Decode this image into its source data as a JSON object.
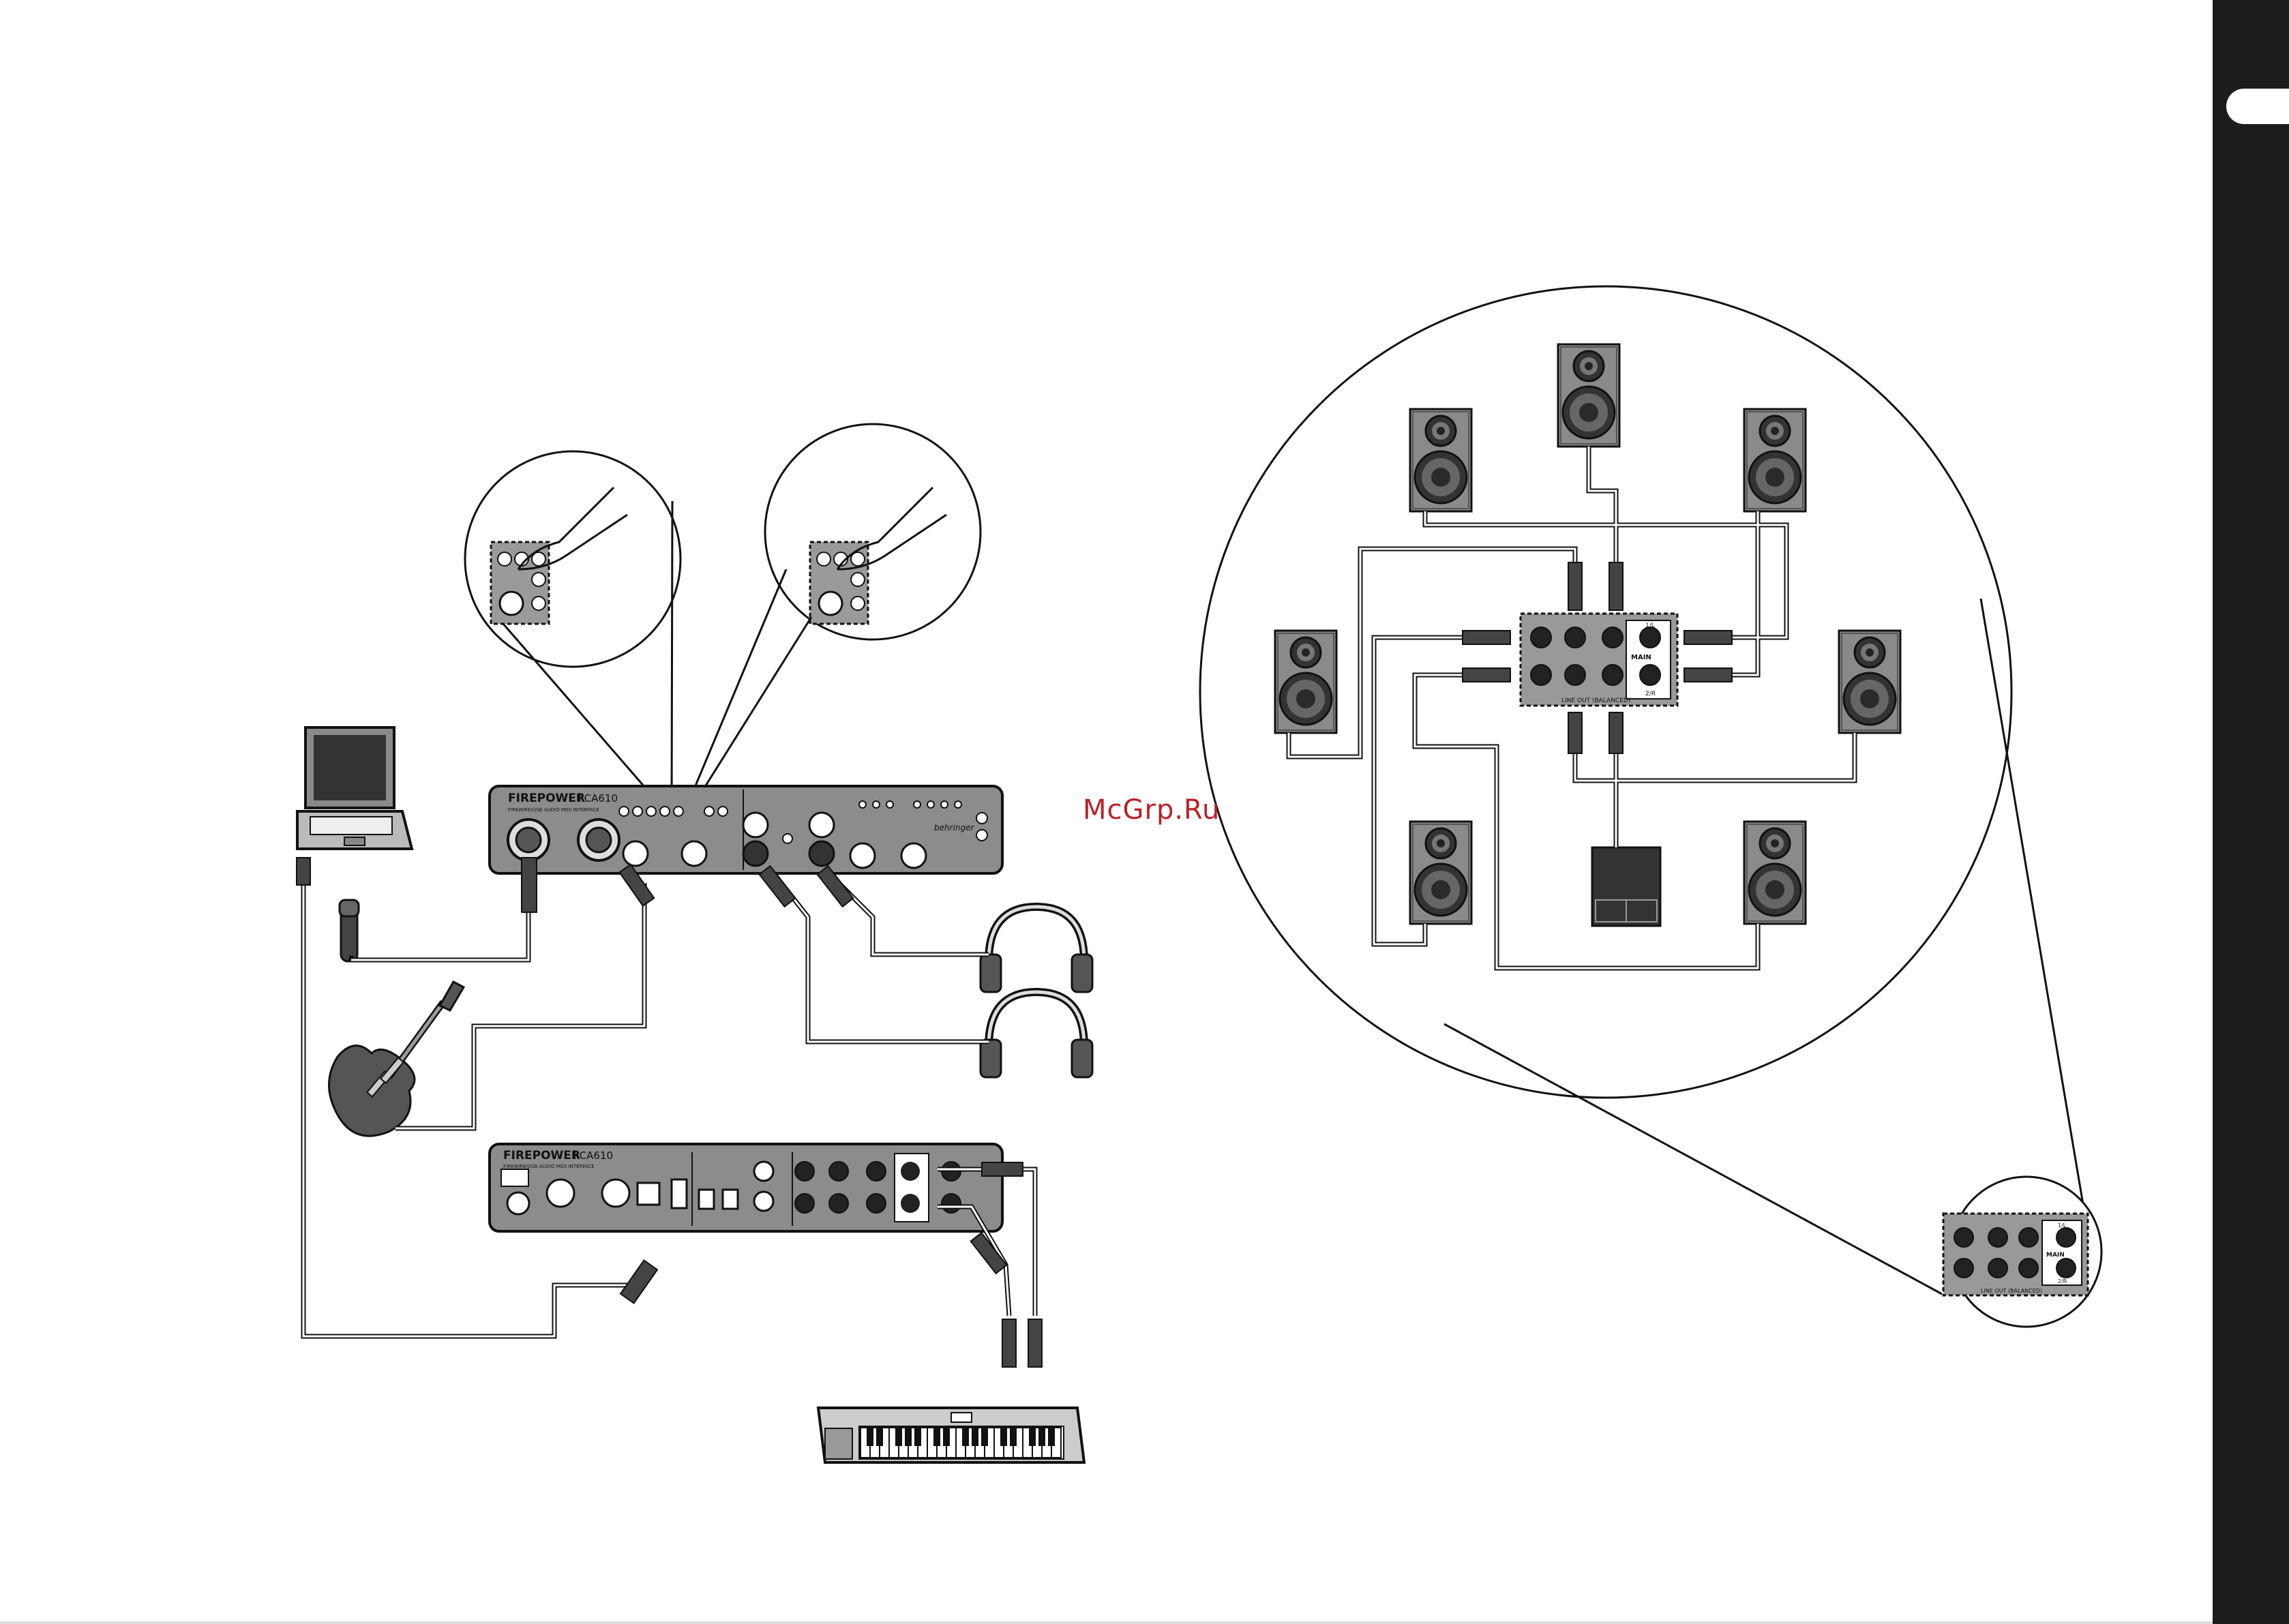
{
  "watermark": "McGrp.Ru",
  "front_panel": {
    "brand": "FIREPOWER",
    "model": "FCA610",
    "subtitle": "FIREWIRE/USB AUDIO MIDI INTERFACE",
    "logo": "behringer"
  },
  "rear_panel": {
    "brand": "FIREPOWER",
    "model": "FCA610",
    "subtitle": "FIREWIRE/USB AUDIO MIDI INTERFACE"
  },
  "zoom_output_panel": {
    "caption": "LINE OUT (BALANCED)",
    "main_label": "MAIN",
    "jacks": [
      "1/L",
      "2/R"
    ]
  },
  "center_panel": {
    "caption": "LINE OUT (BALANCED)",
    "main_label": "MAIN",
    "jacks": [
      "1/L",
      "2/R"
    ]
  },
  "colors": {
    "panel": "#8c8c8c",
    "panel_dark": "#555555",
    "line": "#1a1a1a",
    "accent": "#b8232b",
    "sidebar": "#1c1c1c"
  }
}
